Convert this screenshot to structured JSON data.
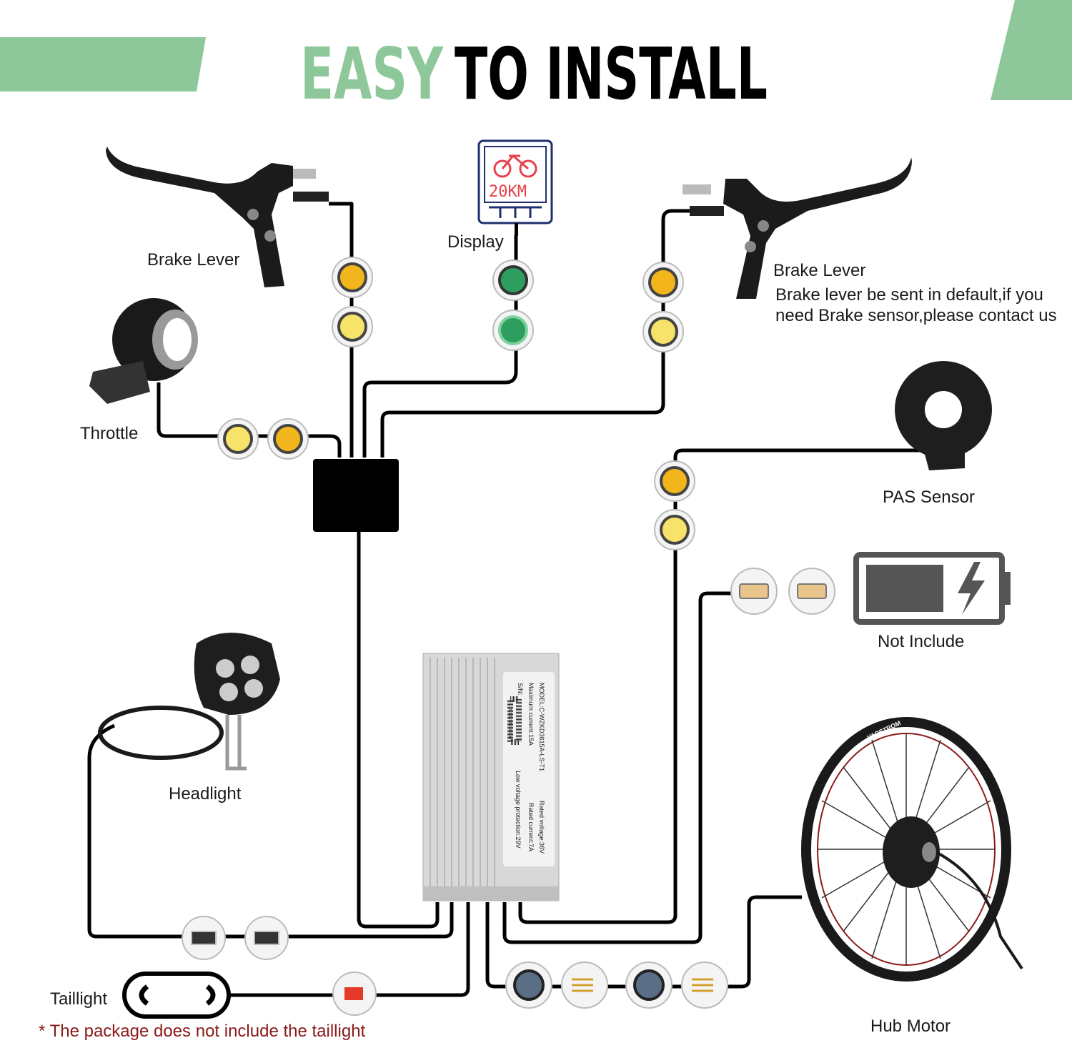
{
  "title": {
    "word1": "EASY",
    "word2": "TO INSTALL",
    "accent_color": "#8ec89a",
    "text_color": "#000000"
  },
  "components": {
    "brake_left": "Brake Lever",
    "display": "Display",
    "display_screen": "20KM",
    "brake_right": "Brake Lever",
    "brake_note_1": "Brake lever be sent in default,if you",
    "brake_note_2": "need Brake sensor,please contact us",
    "throttle": "Throttle",
    "pas": "PAS Sensor",
    "battery": "Not Include",
    "headlight": "Headlight",
    "taillight": "Taillight",
    "taillight_note": "* The package does not include the taillight",
    "hub_motor": "Hub Motor",
    "wheel_brand": "VARSTROM"
  },
  "controller_label": {
    "model": "MODEL:C-WZKD3615A-LS-T1",
    "max_current": "Maximum current:15A",
    "sn": "S/N:",
    "serial": "2212240220006",
    "rated_voltage": "Rated voltage:36V",
    "rated_current": "Rated current:7A",
    "low_voltage": "Low voltage protection:29V"
  },
  "colors": {
    "connector_yellow": "#f2b51c",
    "connector_green": "#2e9e5e",
    "note_red": "#8b1a1a",
    "display_red": "#e8424a",
    "display_navy": "#1f2f6e"
  }
}
